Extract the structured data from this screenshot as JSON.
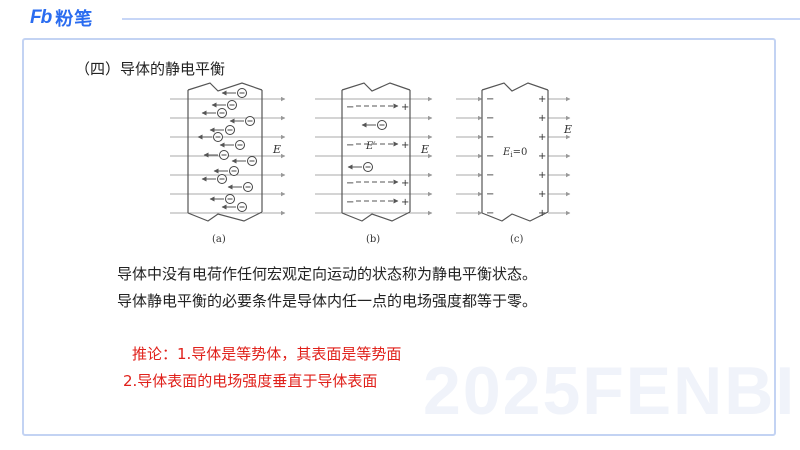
{
  "brand": {
    "mark": "Fb",
    "name": "粉笔",
    "accent": "#2a6cf0",
    "watermark": "2025FENBI"
  },
  "section": {
    "title": "（四）导体的静电平衡"
  },
  "figure": {
    "field_label": "E",
    "induced_field_label": "E′",
    "inner_field_label": "E",
    "inner_field_subscript": "i",
    "inner_field_value": "=0",
    "panel_labels": [
      "(a)",
      "(b)",
      "(c)"
    ],
    "electron_symbol": "⊖",
    "plus_symbol": "+",
    "minus_symbol": "−"
  },
  "body": {
    "p1": "导体中没有电荷作任何宏观定向运动的状态称为静电平衡状态。",
    "p2": "导体静电平衡的必要条件是导体内任一点的电场强度都等于零。"
  },
  "corollary": {
    "line1": "推论：1.导体是等势体，其表面是等势面",
    "line2": "2.导体表面的电场强度垂直于导体表面",
    "color": "#e0211b"
  }
}
